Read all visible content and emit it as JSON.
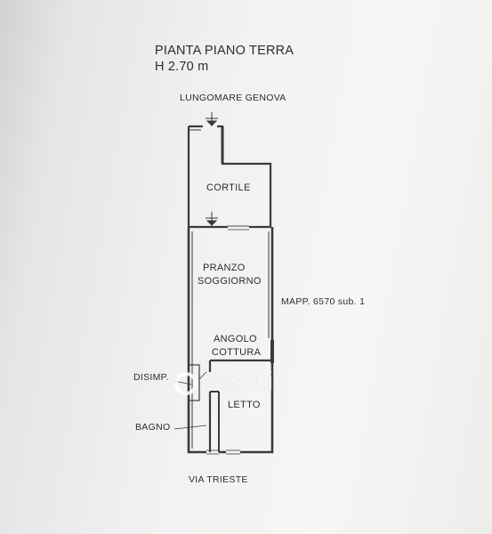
{
  "plan": {
    "title": "PIANTA PIANO TERRA",
    "height": "H 2.70 m",
    "street_top": "LUNGOMARE GENOVA",
    "street_bottom": "VIA TRIESTE",
    "cadastral": "MAPP. 6570 sub. 1"
  },
  "rooms": {
    "cortile": "CORTILE",
    "pranzo_line1": "PRANZO",
    "pranzo_line2": "SOGGIORNO",
    "angolo_line1": "ANGOLO",
    "angolo_line2": "COTTURA",
    "letto": "LETTO",
    "disimp": "DISIMP.",
    "bagno": "BAGNO"
  },
  "watermark": {
    "text": "casa.it"
  },
  "colors": {
    "wall": "#3a3a3a",
    "paper": "#f3f3f2",
    "text": "#2c2c2c"
  }
}
